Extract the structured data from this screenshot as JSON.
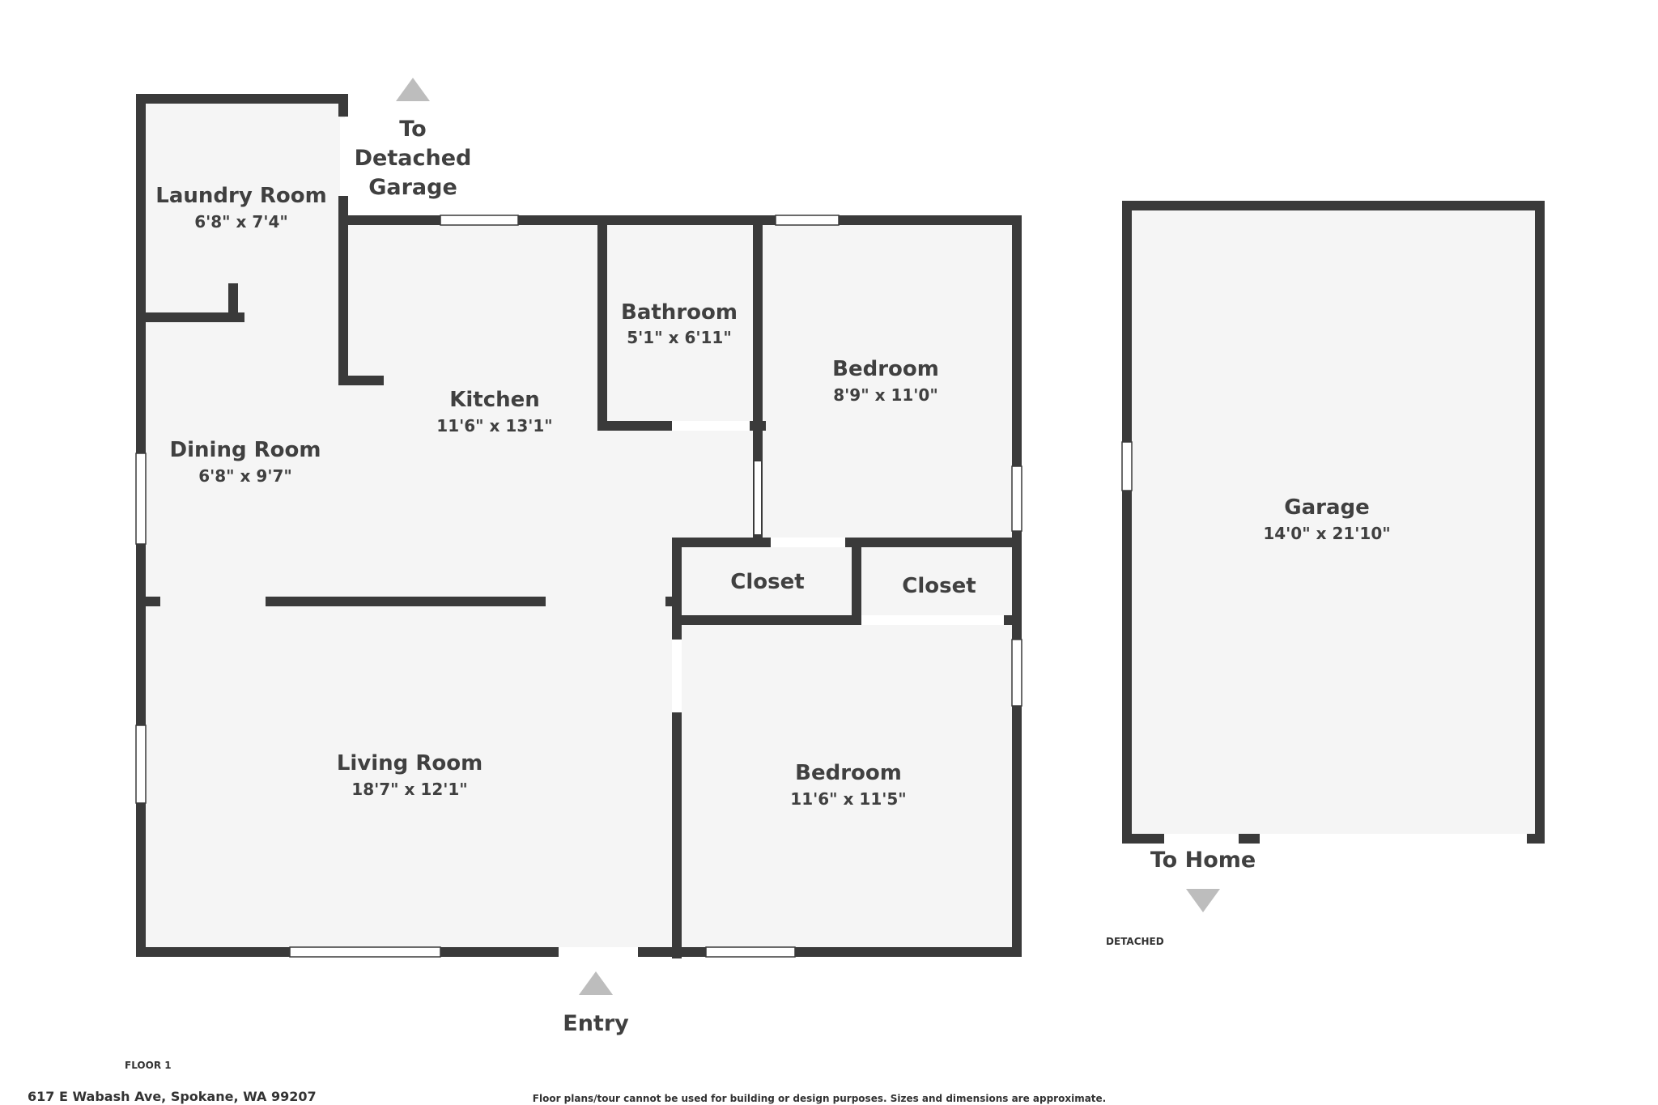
{
  "rooms": {
    "laundry": {
      "name": "Laundry Room",
      "dim": "6'8\" x 7'4\""
    },
    "kitchen": {
      "name": "Kitchen",
      "dim": "11'6\" x 13'1\""
    },
    "bathroom": {
      "name": "Bathroom",
      "dim": "5'1\" x 6'11\""
    },
    "bedroom1": {
      "name": "Bedroom",
      "dim": "8'9\" x 11'0\""
    },
    "dining": {
      "name": "Dining Room",
      "dim": "6'8\" x 9'7\""
    },
    "closet1": {
      "name": "Closet"
    },
    "closet2": {
      "name": "Closet"
    },
    "living": {
      "name": "Living Room",
      "dim": "18'7\" x 12'1\""
    },
    "bedroom2": {
      "name": "Bedroom",
      "dim": "11'6\" x 11'5\""
    },
    "garage": {
      "name": "Garage",
      "dim": "14'0\" x 21'10\""
    }
  },
  "markers": {
    "to_garage": {
      "line1": "To",
      "line2": "Detached",
      "line3": "Garage"
    },
    "entry": "Entry",
    "to_home": "To Home"
  },
  "labels": {
    "detached": "DETACHED",
    "floor": "FLOOR 1",
    "address": "617 E Wabash Ave, Spokane, WA 99207",
    "disclaimer": "Floor plans/tour cannot be used for building or design purposes. Sizes and dimensions are approximate."
  }
}
